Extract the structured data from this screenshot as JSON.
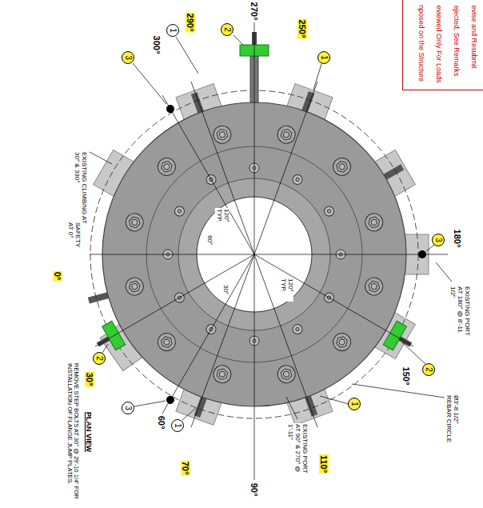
{
  "diagram": {
    "nodes": [
      {
        "text": [
          "evise and Resubmit",
          "ejected, See Remarks",
          "eviewed Only For Loads",
          "nposed on the Structure"
        ]
      },
      {
        "text": [
          "2"
        ]
      },
      {
        "text": [
          "1"
        ]
      },
      {
        "text": [
          "1"
        ]
      },
      {
        "text": [
          "3"
        ]
      },
      {
        "text": [
          "3"
        ]
      },
      {
        "text": [
          "2"
        ]
      },
      {
        "text": [
          "1"
        ]
      },
      {
        "text": [
          "1"
        ]
      },
      {
        "text": [
          "3"
        ]
      },
      {
        "text": [
          "2"
        ]
      }
    ],
    "labels": [
      "270°",
      "290°",
      "300°",
      "250°",
      "180°",
      "0°",
      "30°",
      "60°",
      "70°",
      "90°",
      "110°",
      "150°",
      "120° TYP.",
      "120° TYP.",
      "60°",
      "30°",
      "EXISTING CLIMBING AT 30° & 330°",
      "SAFETY AT 0°",
      "EXISTING PORT AT 180° @ 8'-11 1/2\"",
      "Ø3'-8 1/2\" REBAR CIRCLE",
      "EXISTING PORT AT 90° & 270° @ 1'-11\"",
      "PLAN VIEW",
      "REMOVE STEP BOLTS AT 30° @ 29'-10 1/4\" FOR INSTALLATION OF FLANGE JUMP PLATES."
    ]
  }
}
